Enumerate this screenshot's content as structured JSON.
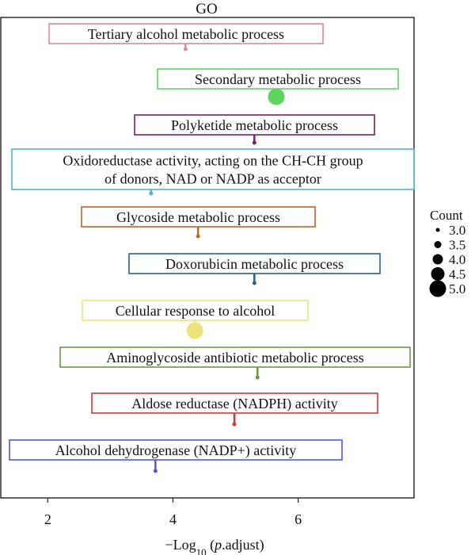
{
  "chart_data": {
    "type": "scatter",
    "title": "GO",
    "xlabel": "−Log10 (p.adjust)",
    "xlabel_parts": {
      "prefix": "−Log",
      "sub": "10",
      "open": " (",
      "italic": "p",
      "rest": ".adjust)"
    },
    "xlim": [
      1.25,
      7.85
    ],
    "xticks": [
      2,
      4,
      6
    ],
    "xtick_labels": [
      "2",
      "4",
      "6"
    ],
    "grid": false,
    "legend": {
      "title": "Count",
      "placement": "right",
      "entries": [
        {
          "label": "3.0",
          "value": 3.0
        },
        {
          "label": "3.5",
          "value": 3.5
        },
        {
          "label": "4.0",
          "value": 4.0
        },
        {
          "label": "4.5",
          "value": 4.5
        },
        {
          "label": "5.0",
          "value": 5.0
        }
      ]
    },
    "points": [
      {
        "term": "Tertiary alcohol metabolic process",
        "lines": [
          "Tertiary alcohol metabolic process"
        ],
        "x": 4.2,
        "count": 3,
        "color": "#d98ba0"
      },
      {
        "term": "Secondary metabolic process",
        "lines": [
          "Secondary metabolic process"
        ],
        "x": 5.65,
        "count": 5,
        "color": "#5cd65c"
      },
      {
        "term": "Polyketide metabolic process",
        "lines": [
          "Polyketide metabolic process"
        ],
        "x": 5.3,
        "count": 3,
        "color": "#7a1f6a"
      },
      {
        "term": "Oxidoreductase activity, acting on the CH-CH group of donors, NAD or NADP as acceptor",
        "lines": [
          "Oxidoreductase activity, acting on the CH-CH group",
          "of donors, NAD or NADP as acceptor"
        ],
        "x": 3.65,
        "count": 3,
        "color": "#4fb3e0"
      },
      {
        "term": "Glycoside metabolic process",
        "lines": [
          "Glycoside metabolic process"
        ],
        "x": 4.4,
        "count": 3,
        "color": "#c0622b"
      },
      {
        "term": "Doxorubicin metabolic process",
        "lines": [
          "Doxorubicin metabolic process"
        ],
        "x": 5.3,
        "count": 3,
        "color": "#2d5f8a"
      },
      {
        "term": "Cellular response to alcohol",
        "lines": [
          "Cellular response to alcohol"
        ],
        "x": 4.35,
        "count": 5,
        "color": "#f0e27a"
      },
      {
        "term": "Aminoglycoside antibiotic metabolic process",
        "lines": [
          "Aminoglycoside antibiotic metabolic process"
        ],
        "x": 5.35,
        "count": 3,
        "color": "#6a9a4a"
      },
      {
        "term": "Aldose reductase (NADPH) activity",
        "lines": [
          "Aldose reductase (NADPH) activity"
        ],
        "x": 4.98,
        "count": 3,
        "color": "#cc3a3a"
      },
      {
        "term": "Alcohol dehydrogenase (NADP+) activity",
        "lines": [
          "Alcohol dehydrogenase (NADP+) activity"
        ],
        "x": 3.72,
        "count": 3,
        "color": "#5555e0"
      }
    ]
  }
}
